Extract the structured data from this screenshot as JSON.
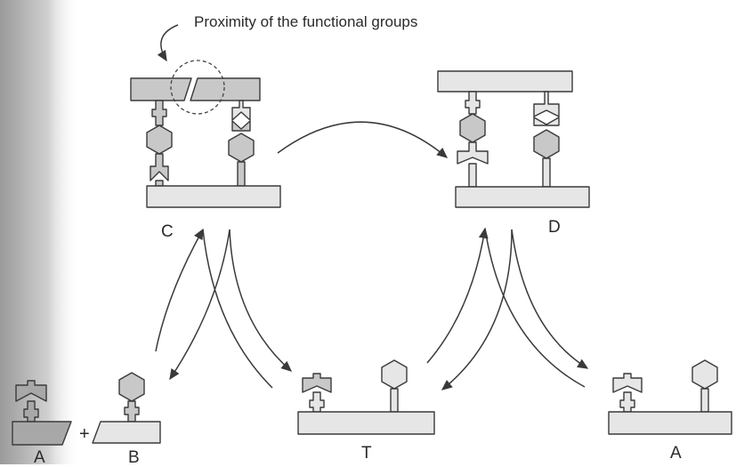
{
  "caption": "Proximity of the functional groups",
  "labels": {
    "C": "C",
    "D": "D",
    "T": "T",
    "A_bottom_left": "A",
    "B": "B",
    "A_bottom_right": "A",
    "plus": "+"
  },
  "colors": {
    "line": "#3a3a3a",
    "shaded": "#c8c8c8",
    "light": "#e6e6e6",
    "dark_left": "#9a9a9a",
    "text": "#2a2a2a"
  }
}
